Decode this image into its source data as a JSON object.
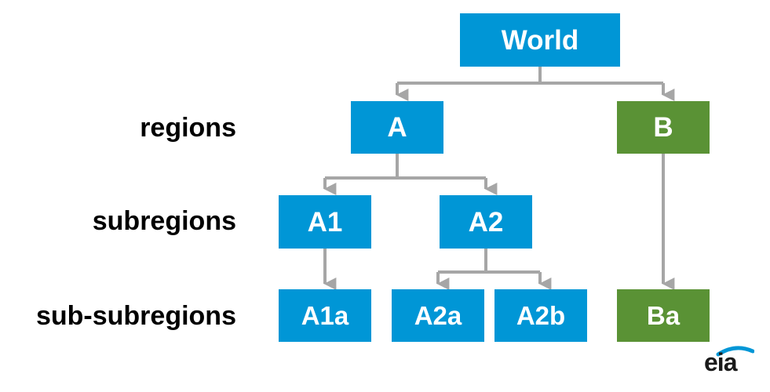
{
  "row_labels": {
    "regions": "regions",
    "subregions": "subregions",
    "sub_subregions": "sub-subregions"
  },
  "nodes": {
    "world": "World",
    "A": "A",
    "B": "B",
    "A1": "A1",
    "A2": "A2",
    "A1a": "A1a",
    "A2a": "A2a",
    "A2b": "A2b",
    "Ba": "Ba"
  },
  "edges": [
    [
      "World",
      "A"
    ],
    [
      "World",
      "B"
    ],
    [
      "A",
      "A1"
    ],
    [
      "A",
      "A2"
    ],
    [
      "A1",
      "A1a"
    ],
    [
      "A2",
      "A2a"
    ],
    [
      "A2",
      "A2b"
    ],
    [
      "B",
      "Ba"
    ]
  ],
  "colors": {
    "blue_node": "#0096d6",
    "green_node": "#5a9235",
    "connector": "#a6a6a6"
  },
  "logo": {
    "text": "eia"
  }
}
